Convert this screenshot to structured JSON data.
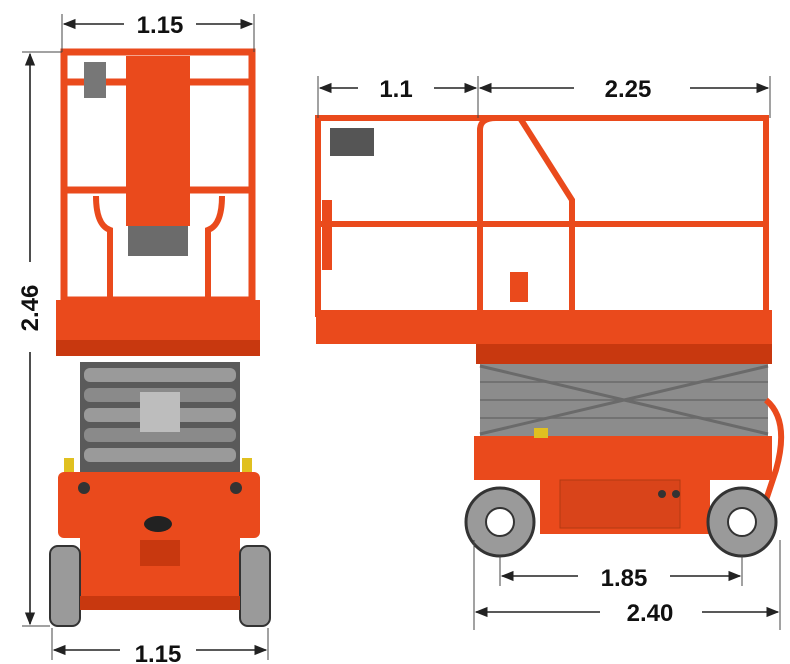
{
  "colors": {
    "body_orange": "#ea4a1c",
    "dark_orange": "#c8380f",
    "scissor_gray": "#8c8c8c",
    "tire_gray": "#9a9a9a",
    "dim_line": "#222222"
  },
  "front_view": {
    "top_width_label": "1.15",
    "height_label": "2.46",
    "bottom_width_label": "1.15"
  },
  "side_view": {
    "platform_extension_label": "1.1",
    "platform_length_label": "2.25",
    "wheelbase_label": "1.85",
    "overall_length_label": "2.40"
  }
}
